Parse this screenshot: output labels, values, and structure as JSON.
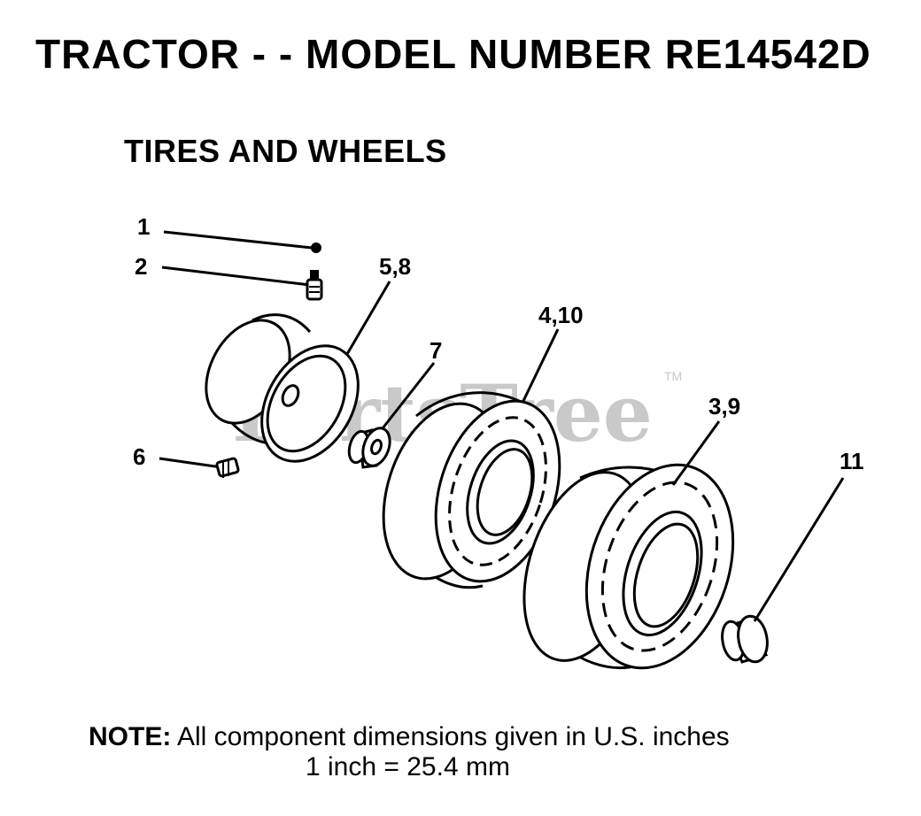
{
  "header": {
    "title": "TRACTOR - - MODEL NUMBER RE14542D",
    "subtitle": "TIRES AND WHEELS"
  },
  "watermark": {
    "brand": "PartsTree",
    "trademark": "TM"
  },
  "callouts": {
    "c1": "1",
    "c2": "2",
    "c58": "5,8",
    "c410": "4,10",
    "c7": "7",
    "c6": "6",
    "c39": "3,9",
    "c11": "11"
  },
  "note": {
    "label": "NOTE:",
    "text": " All component dimensions given in U.S. inches",
    "conversion": "1 inch = 25.4 mm"
  }
}
